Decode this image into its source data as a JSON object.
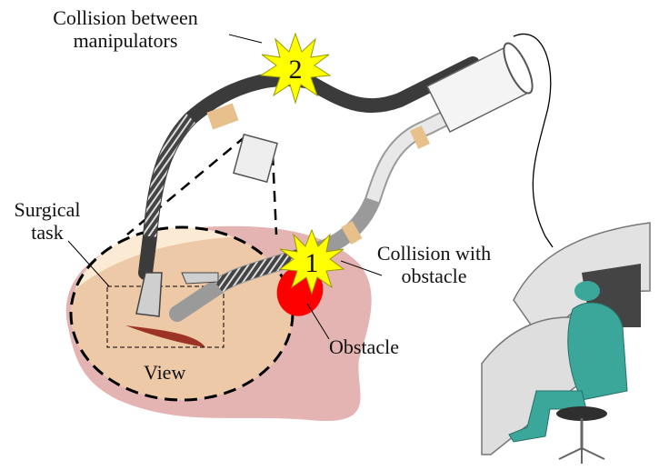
{
  "figure": {
    "labels": {
      "collision_between": {
        "line1": "Collision between",
        "line2": "manipulators"
      },
      "surgical_task": {
        "line1": "Surgical",
        "line2": "task"
      },
      "collision_obstacle": {
        "line1": "Collision with",
        "line2": "obstacle"
      },
      "obstacle": "Obstacle",
      "view": "View"
    },
    "markers": [
      {
        "id": "collision-1",
        "number": "1",
        "meaning": "Collision with obstacle"
      },
      {
        "id": "collision-2",
        "number": "2",
        "meaning": "Collision between manipulators"
      }
    ],
    "colors": {
      "starburst": "#ffff00",
      "obstacle": "#ff0000",
      "tissue": "#e3b4b1",
      "view_area": "#eec9a8",
      "light_area": "#fbead4",
      "incision": "#9b3327",
      "scrubs": "#3aa79a",
      "manipulator_dark": "#3b3b3b",
      "manipulator_light": "#e8e8e8",
      "joint_ring": "#e7c08c"
    },
    "elements": [
      "robotic-manipulator-a",
      "robotic-manipulator-b",
      "surgeon-console",
      "tissue-region",
      "camera-view"
    ]
  }
}
